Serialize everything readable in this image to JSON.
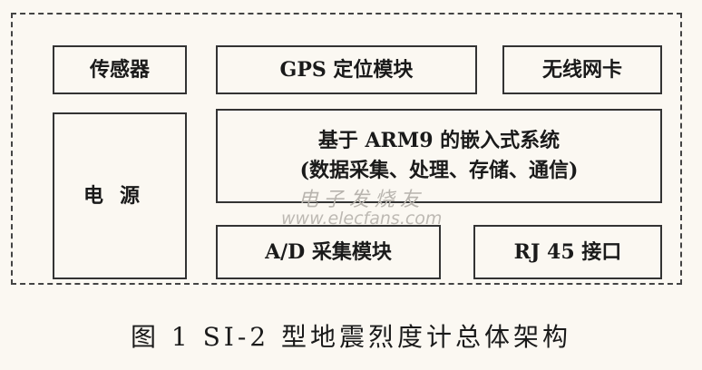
{
  "diagram": {
    "sensor": "传感器",
    "gps": "GPS 定位模块",
    "wireless": "无线网卡",
    "power": "电源",
    "arm_line1": "基于 ARM9 的嵌入式系统",
    "arm_line2": "(数据采集、处理、存储、通信)",
    "ad": "A/D 采集模块",
    "rj45": "RJ 45 接口"
  },
  "watermark": {
    "cn": "电子发烧友",
    "url": "www.elecfans.com"
  },
  "caption": "图 1  SI-2 型地震烈度计总体架构"
}
